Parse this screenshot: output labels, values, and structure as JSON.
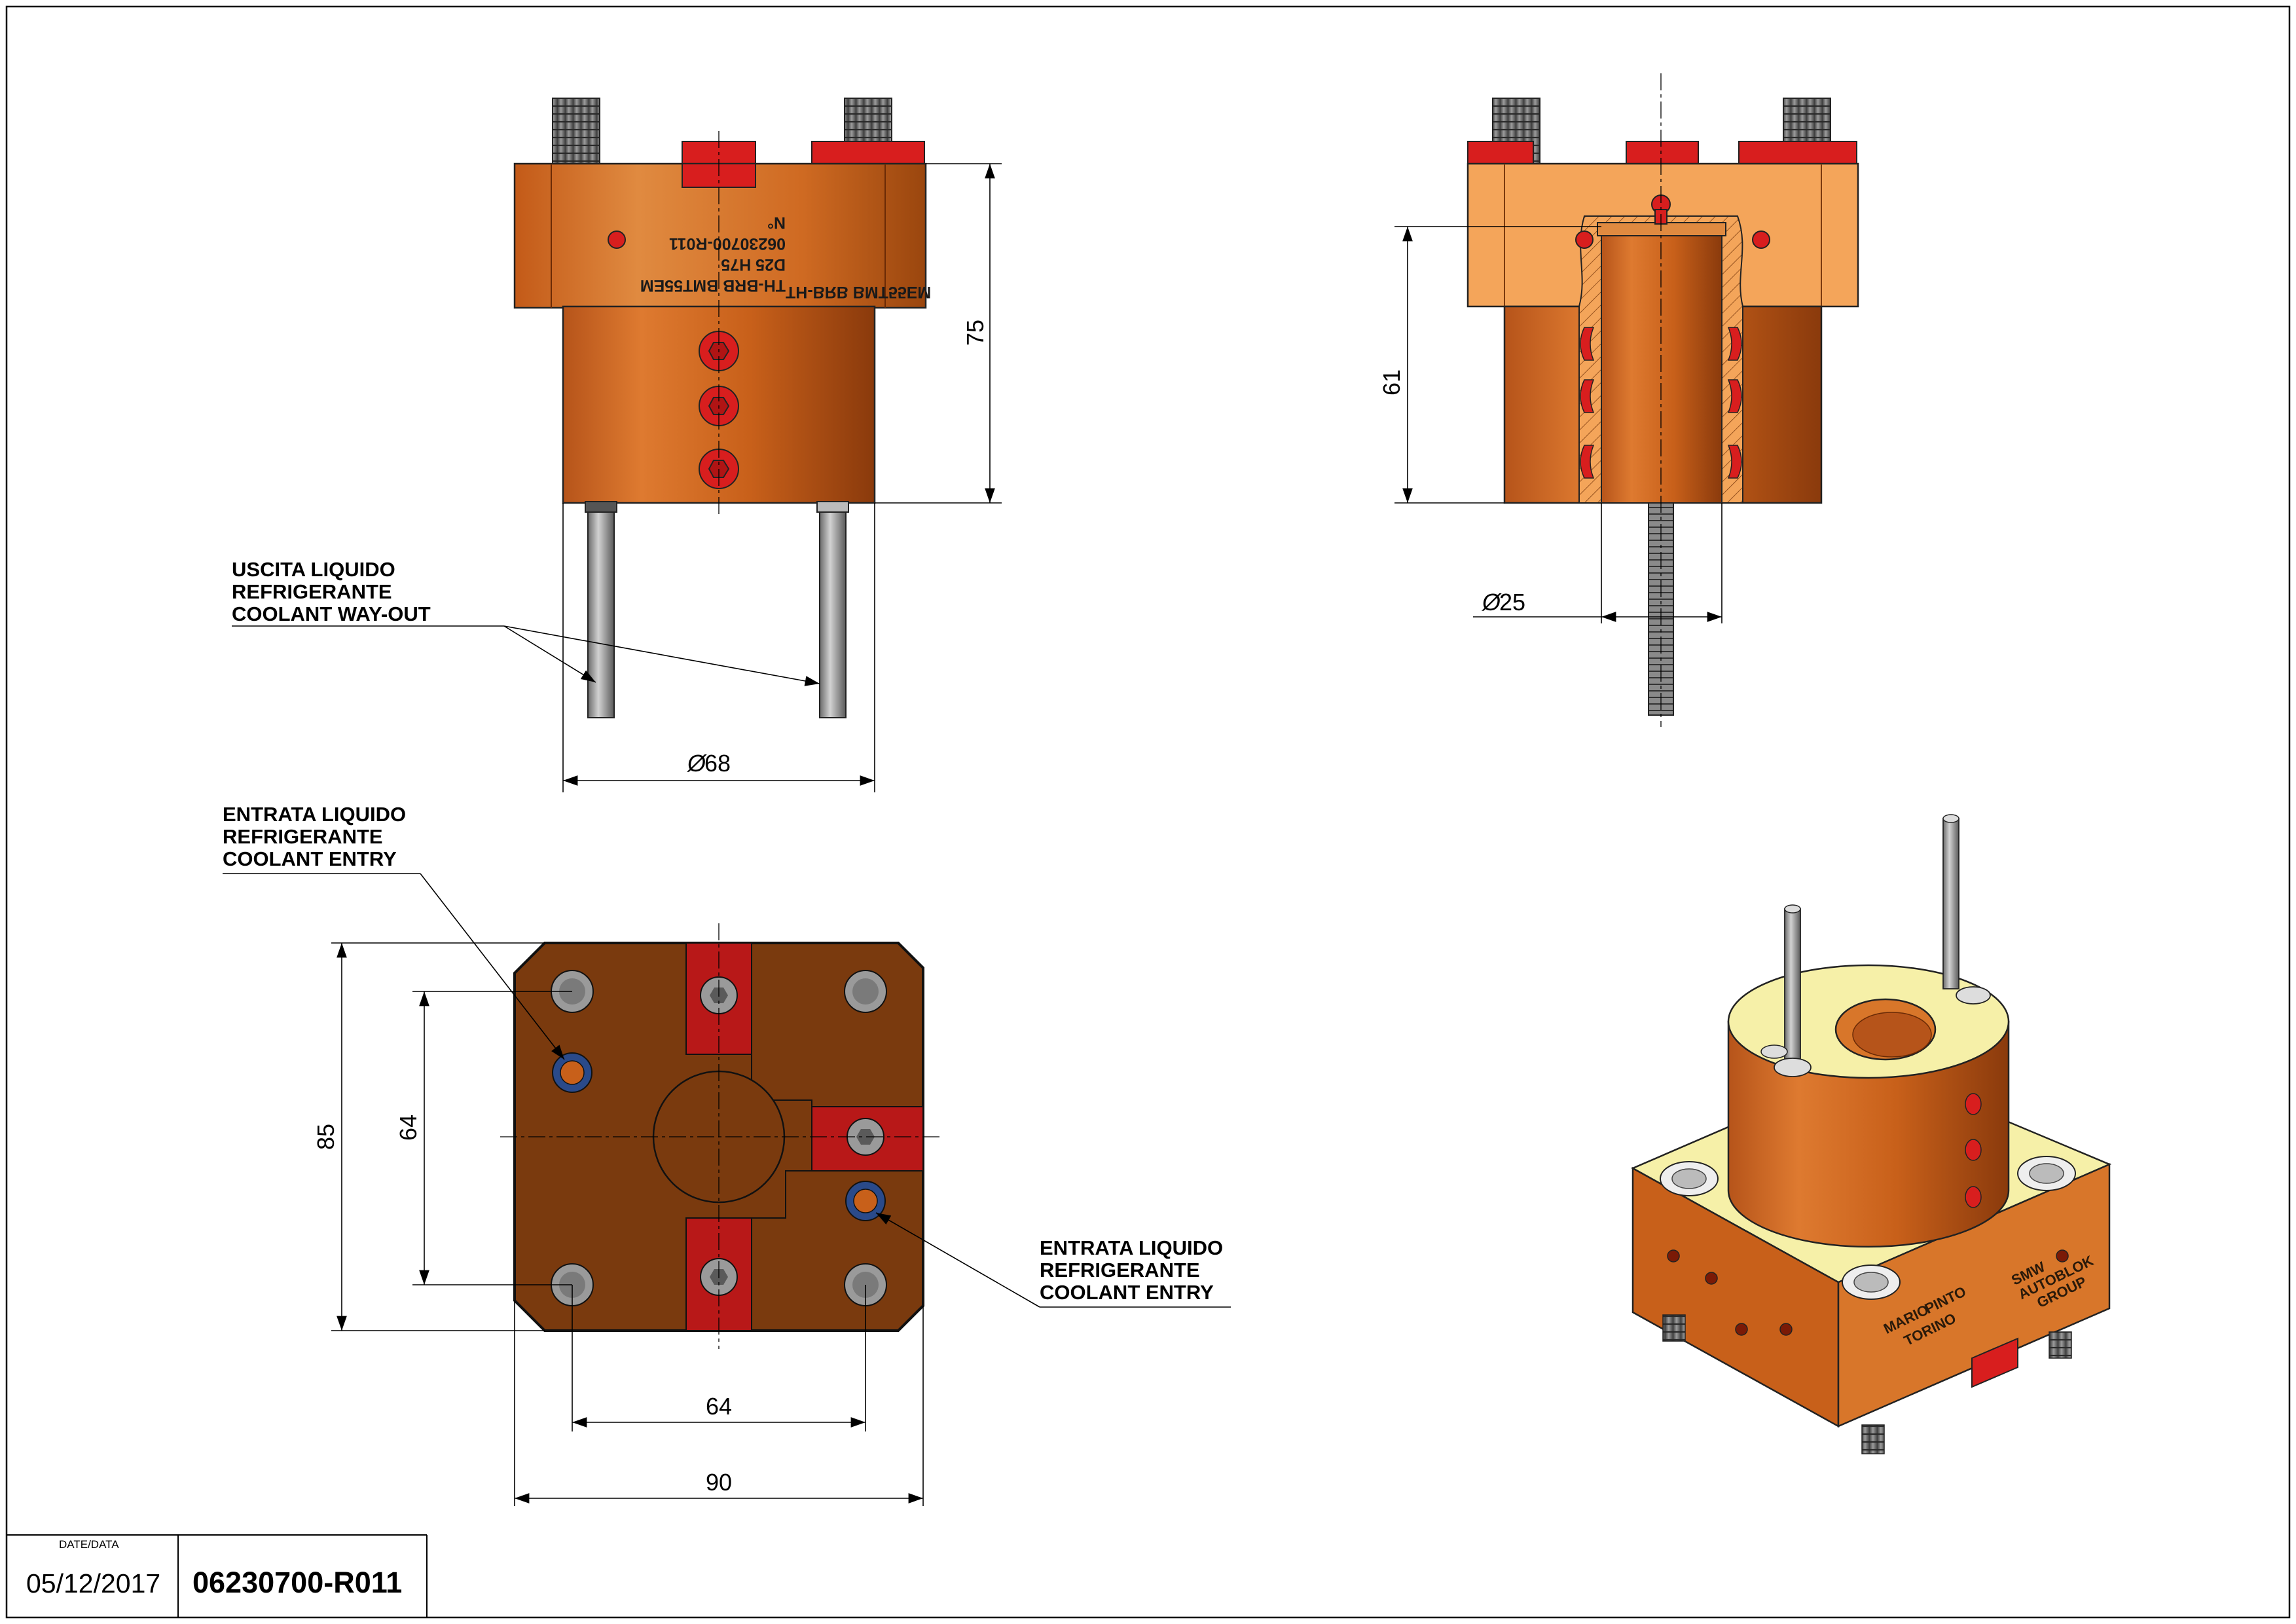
{
  "colors": {
    "body_orange": "#c8601a",
    "light_orange": "#f4a55a",
    "dark_brown": "#7a3a0e",
    "red": "#d81e1e",
    "yellow": "#f6f0a8",
    "steel": "#a8a8a8",
    "bolt_gray": "#888888"
  },
  "front_view": {
    "engraving": [
      "TH-BRB BMT55EM",
      "D25 H75",
      "06230700-R011",
      "N°"
    ],
    "dim_height": "75",
    "dim_diameter": "68",
    "note_coolant_out": [
      "USCITA LIQUIDO",
      "REFRIGERANTE",
      "COOLANT WAY-OUT"
    ]
  },
  "section_view": {
    "dim_height": "61",
    "dim_bore": "25"
  },
  "bottom_view": {
    "dim_height_outer": "85",
    "dim_height_inner": "64",
    "dim_width_inner": "64",
    "dim_width_outer": "90",
    "note_coolant_entry_1": [
      "ENTRATA LIQUIDO",
      "REFRIGERANTE",
      "COOLANT ENTRY"
    ],
    "note_coolant_entry_2": [
      "ENTRATA LIQUIDO",
      "REFRIGERANTE",
      "COOLANT ENTRY"
    ]
  },
  "iso_view": {
    "logo_left": [
      "MARIO",
      "PINTO",
      "TORINO"
    ],
    "logo_right": [
      "SMW",
      "AUTOBLOK",
      "GROUP"
    ]
  },
  "title_block": {
    "date_label": "DATE/DATA",
    "date": "05/12/2017",
    "drawing_number": "06230700-R011"
  }
}
